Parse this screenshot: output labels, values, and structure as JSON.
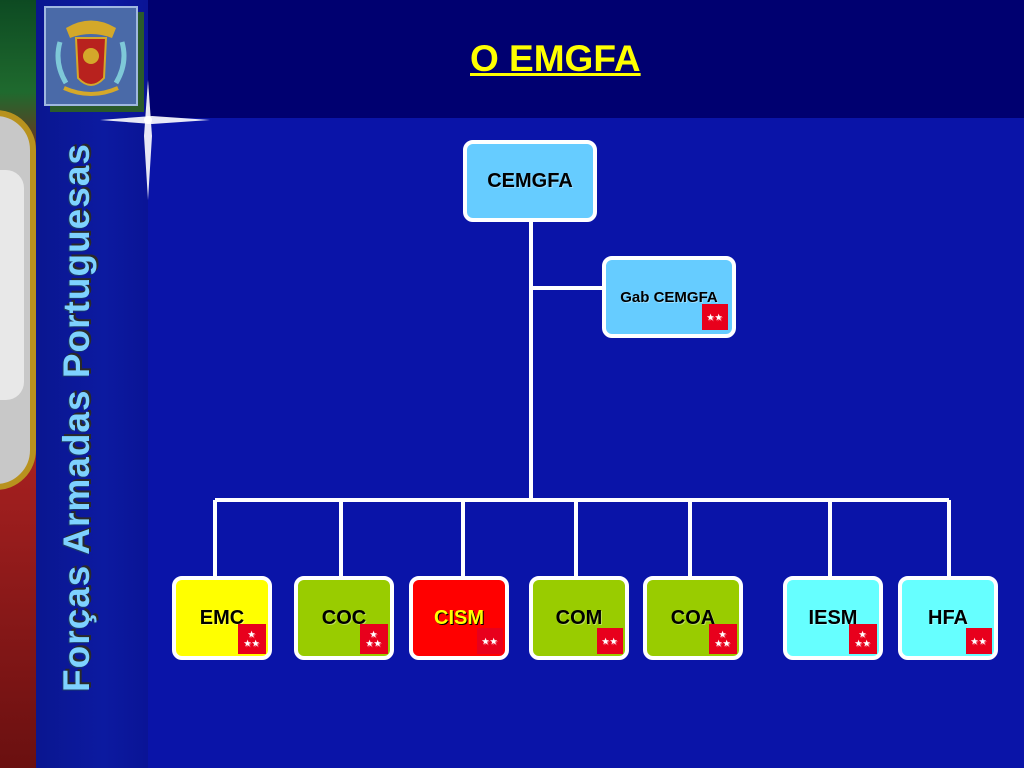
{
  "header": {
    "title": "O EMGFA"
  },
  "sidebar": {
    "vertical_text": "Forças Armadas Portuguesas"
  },
  "colors": {
    "background": "#00006e",
    "title": "#ffff00",
    "vertical_text": "#7ed2ff",
    "node_blue": "#66ccff",
    "node_yellow": "#ffff00",
    "node_green": "#99cc00",
    "node_red": "#ff0000",
    "node_cyan": "#66ffff",
    "badge": "#e8001c"
  },
  "org_chart": {
    "root": {
      "label": "CEMGFA",
      "color": "#66ccff"
    },
    "staff": {
      "label": "Gab CEMGFA",
      "color": "#66ccff",
      "stars": "★★"
    },
    "subordinates": [
      {
        "label": "EMC",
        "color": "#ffff00",
        "stars": [
          "★",
          "★★"
        ]
      },
      {
        "label": "COC",
        "color": "#99cc00",
        "stars": [
          "★",
          "★★"
        ]
      },
      {
        "label": "CISM",
        "color": "#ff0000",
        "stars": [
          "★★"
        ],
        "label_color": "#ffff00"
      },
      {
        "label": "COM",
        "color": "#99cc00",
        "stars": [
          "★★"
        ]
      },
      {
        "label": "COA",
        "color": "#99cc00",
        "stars": [
          "★",
          "★★"
        ]
      },
      {
        "label": "IESM",
        "color": "#66ffff",
        "stars": [
          "★",
          "★★"
        ]
      },
      {
        "label": "HFA",
        "color": "#66ffff",
        "stars": [
          "★★"
        ]
      }
    ]
  }
}
